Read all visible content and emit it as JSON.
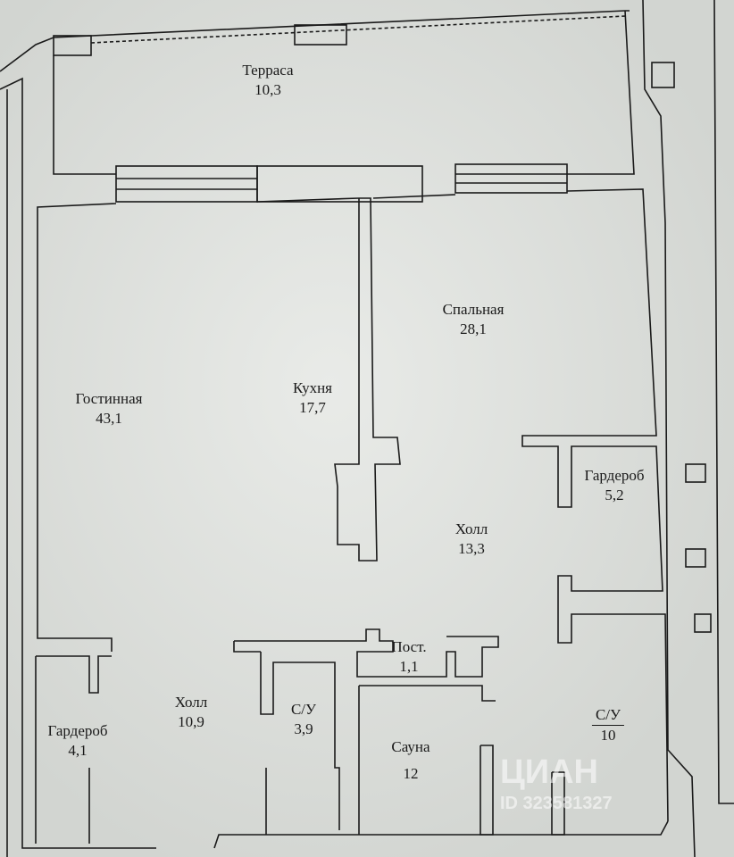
{
  "rooms": [
    {
      "name": "Терраса",
      "area": "10,3"
    },
    {
      "name": "Спальная",
      "area": "28,1"
    },
    {
      "name": "Гостинная",
      "area": "43,1"
    },
    {
      "name": "Кухня",
      "area": "17,7"
    },
    {
      "name": "Гардероб",
      "area": "5,2"
    },
    {
      "name": "Холл",
      "area": "13,3"
    },
    {
      "name": "Пост.",
      "area": "1,1"
    },
    {
      "name": "Холл",
      "area": "10,9"
    },
    {
      "name": "С/У",
      "area": "3,9"
    },
    {
      "name": "Гардероб",
      "area": "4,1"
    },
    {
      "name": "Сауна",
      "area": "12"
    },
    {
      "name": "С/У",
      "area": "10"
    }
  ],
  "watermark": {
    "brand": "ЦИАН",
    "id": "ID 323581327"
  },
  "colors": {
    "paper": "#d9dcd8",
    "wall": "#1a1a1a"
  }
}
